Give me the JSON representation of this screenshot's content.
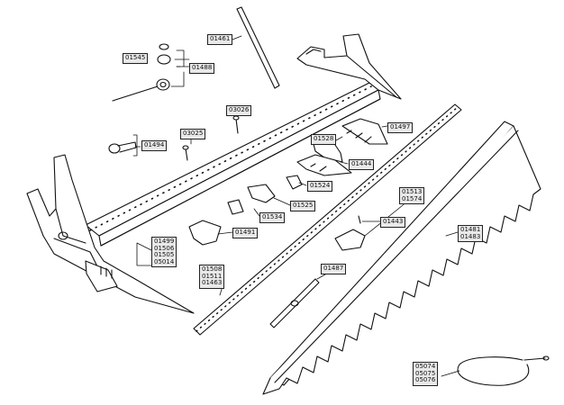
{
  "labels": {
    "l01461": [
      "01461"
    ],
    "l01545": [
      "01545"
    ],
    "l01488": [
      "01488"
    ],
    "l03026": [
      "03026"
    ],
    "l03025": [
      "03025"
    ],
    "l01494": [
      "01494"
    ],
    "l01528": [
      "01528"
    ],
    "l01497": [
      "01497"
    ],
    "l01444": [
      "01444"
    ],
    "l01524": [
      "01524"
    ],
    "l01525": [
      "01525"
    ],
    "l01534": [
      "01534"
    ],
    "l01513": [
      "01513",
      "01574"
    ],
    "l01443": [
      "01443"
    ],
    "l01491": [
      "01491"
    ],
    "l01499": [
      "01499",
      "01506",
      "01505",
      "05014"
    ],
    "l01481": [
      "01481",
      "01483"
    ],
    "l01508": [
      "01508",
      "01511",
      "01463"
    ],
    "l01487": [
      "01487"
    ],
    "l05074": [
      "05074",
      "05075",
      "05076"
    ]
  }
}
